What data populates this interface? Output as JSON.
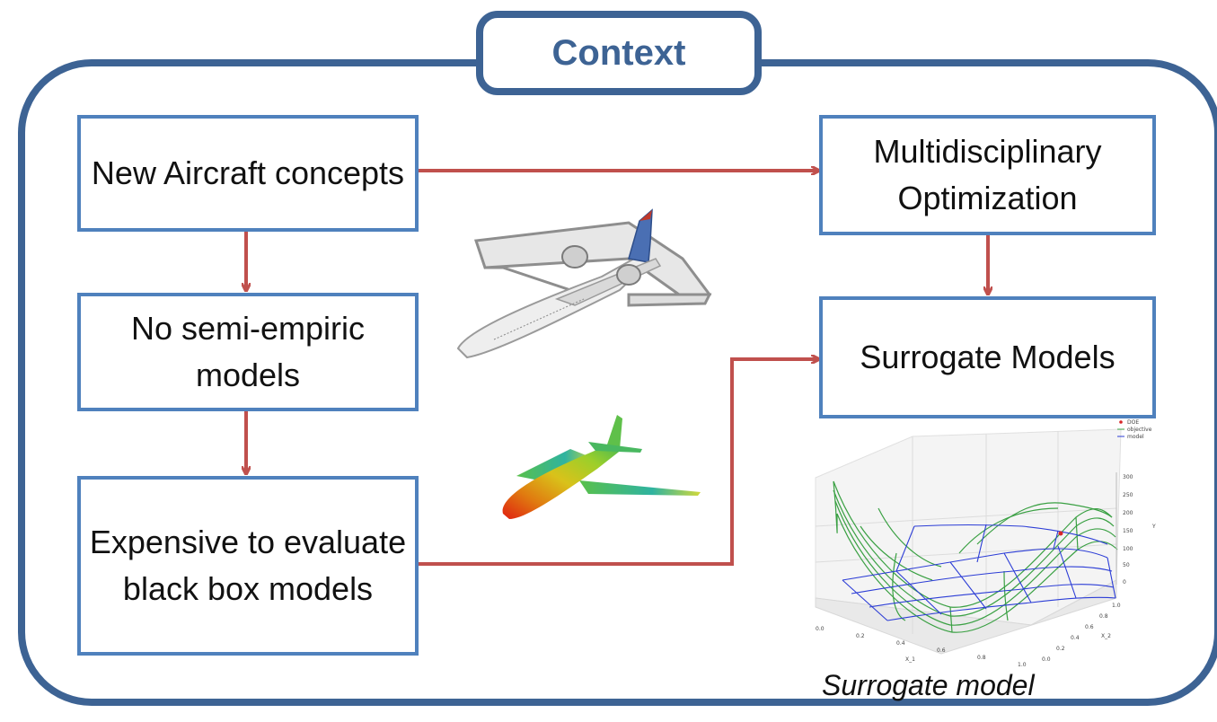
{
  "title": "Context",
  "boxes": {
    "new_aircraft": "New Aircraft concepts",
    "mdo": "Multidisciplinary Optimization",
    "no_semi": "No semi-empiric models",
    "surrogate": "Surrogate Models",
    "expensive": "Expensive to evaluate black box models"
  },
  "caption": "Surrogate model",
  "plot": {
    "legend": [
      "DOE",
      "objective",
      "model"
    ],
    "x_axis_label": "X_1",
    "y_axis_label": "X_2",
    "z_axis_label": "Y",
    "x_ticks": [
      "0.0",
      "0.2",
      "0.4",
      "0.6",
      "0.8",
      "1.0"
    ],
    "y_ticks": [
      "0.0",
      "0.2",
      "0.4",
      "0.6",
      "0.8",
      "1.0"
    ],
    "z_ticks": [
      "0",
      "50",
      "100",
      "150",
      "200",
      "250",
      "300"
    ]
  },
  "colors": {
    "frame": "#3d6394",
    "box_border": "#4f81bd",
    "arrow": "#c0504d",
    "objective_mesh": "#3aa043",
    "model_mesh": "#2c3dd6"
  }
}
